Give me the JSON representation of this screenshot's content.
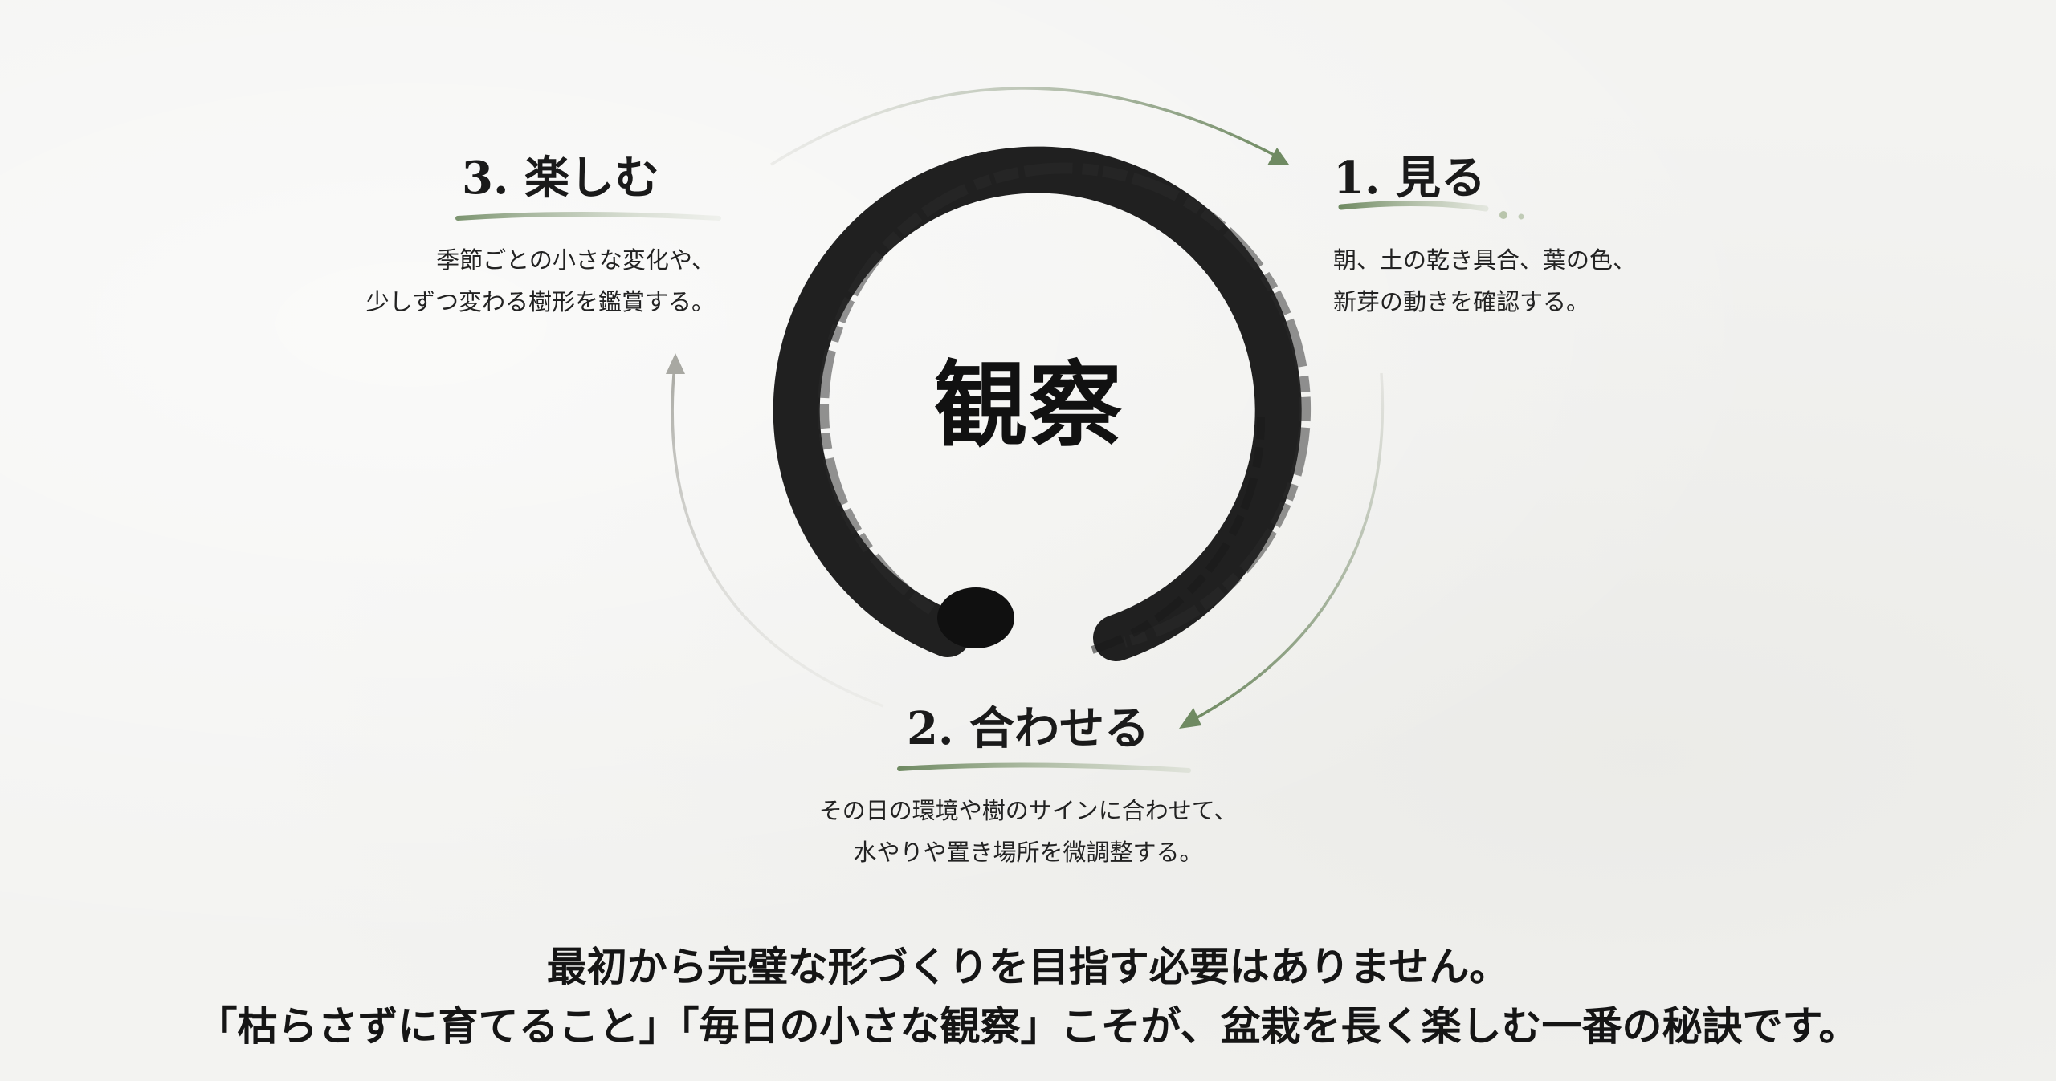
{
  "center_label": "観察",
  "steps": [
    {
      "title": "1. 見る",
      "desc": [
        "朝、土の乾き具合、葉の色、",
        "新芽の動きを確認する。"
      ]
    },
    {
      "title": "2. 合わせる",
      "desc": [
        "その日の環境や樹のサインに合わせて、",
        "水やりや置き場所を微調整する。"
      ]
    },
    {
      "title": "3. 楽しむ",
      "desc": [
        "季節ごとの小さな変化や、",
        "少しずつ変わる樹形を鑑賞する。"
      ]
    }
  ],
  "conclusion": [
    "最初から完璧な形づくりを目指す必要はありません。",
    "「枯らさずに育てること」「毎日の小さな観察」こそが、盆栽を長く楽しむ一番の秘訣です。"
  ],
  "colors": {
    "ink": "#151515",
    "accent_green": "#7d9370",
    "arrow_gray": "#b5b5b0",
    "background": "#f3f3f1"
  },
  "icons": {
    "center": "enso-brush-circle",
    "arrows": "cycle-arrow"
  }
}
